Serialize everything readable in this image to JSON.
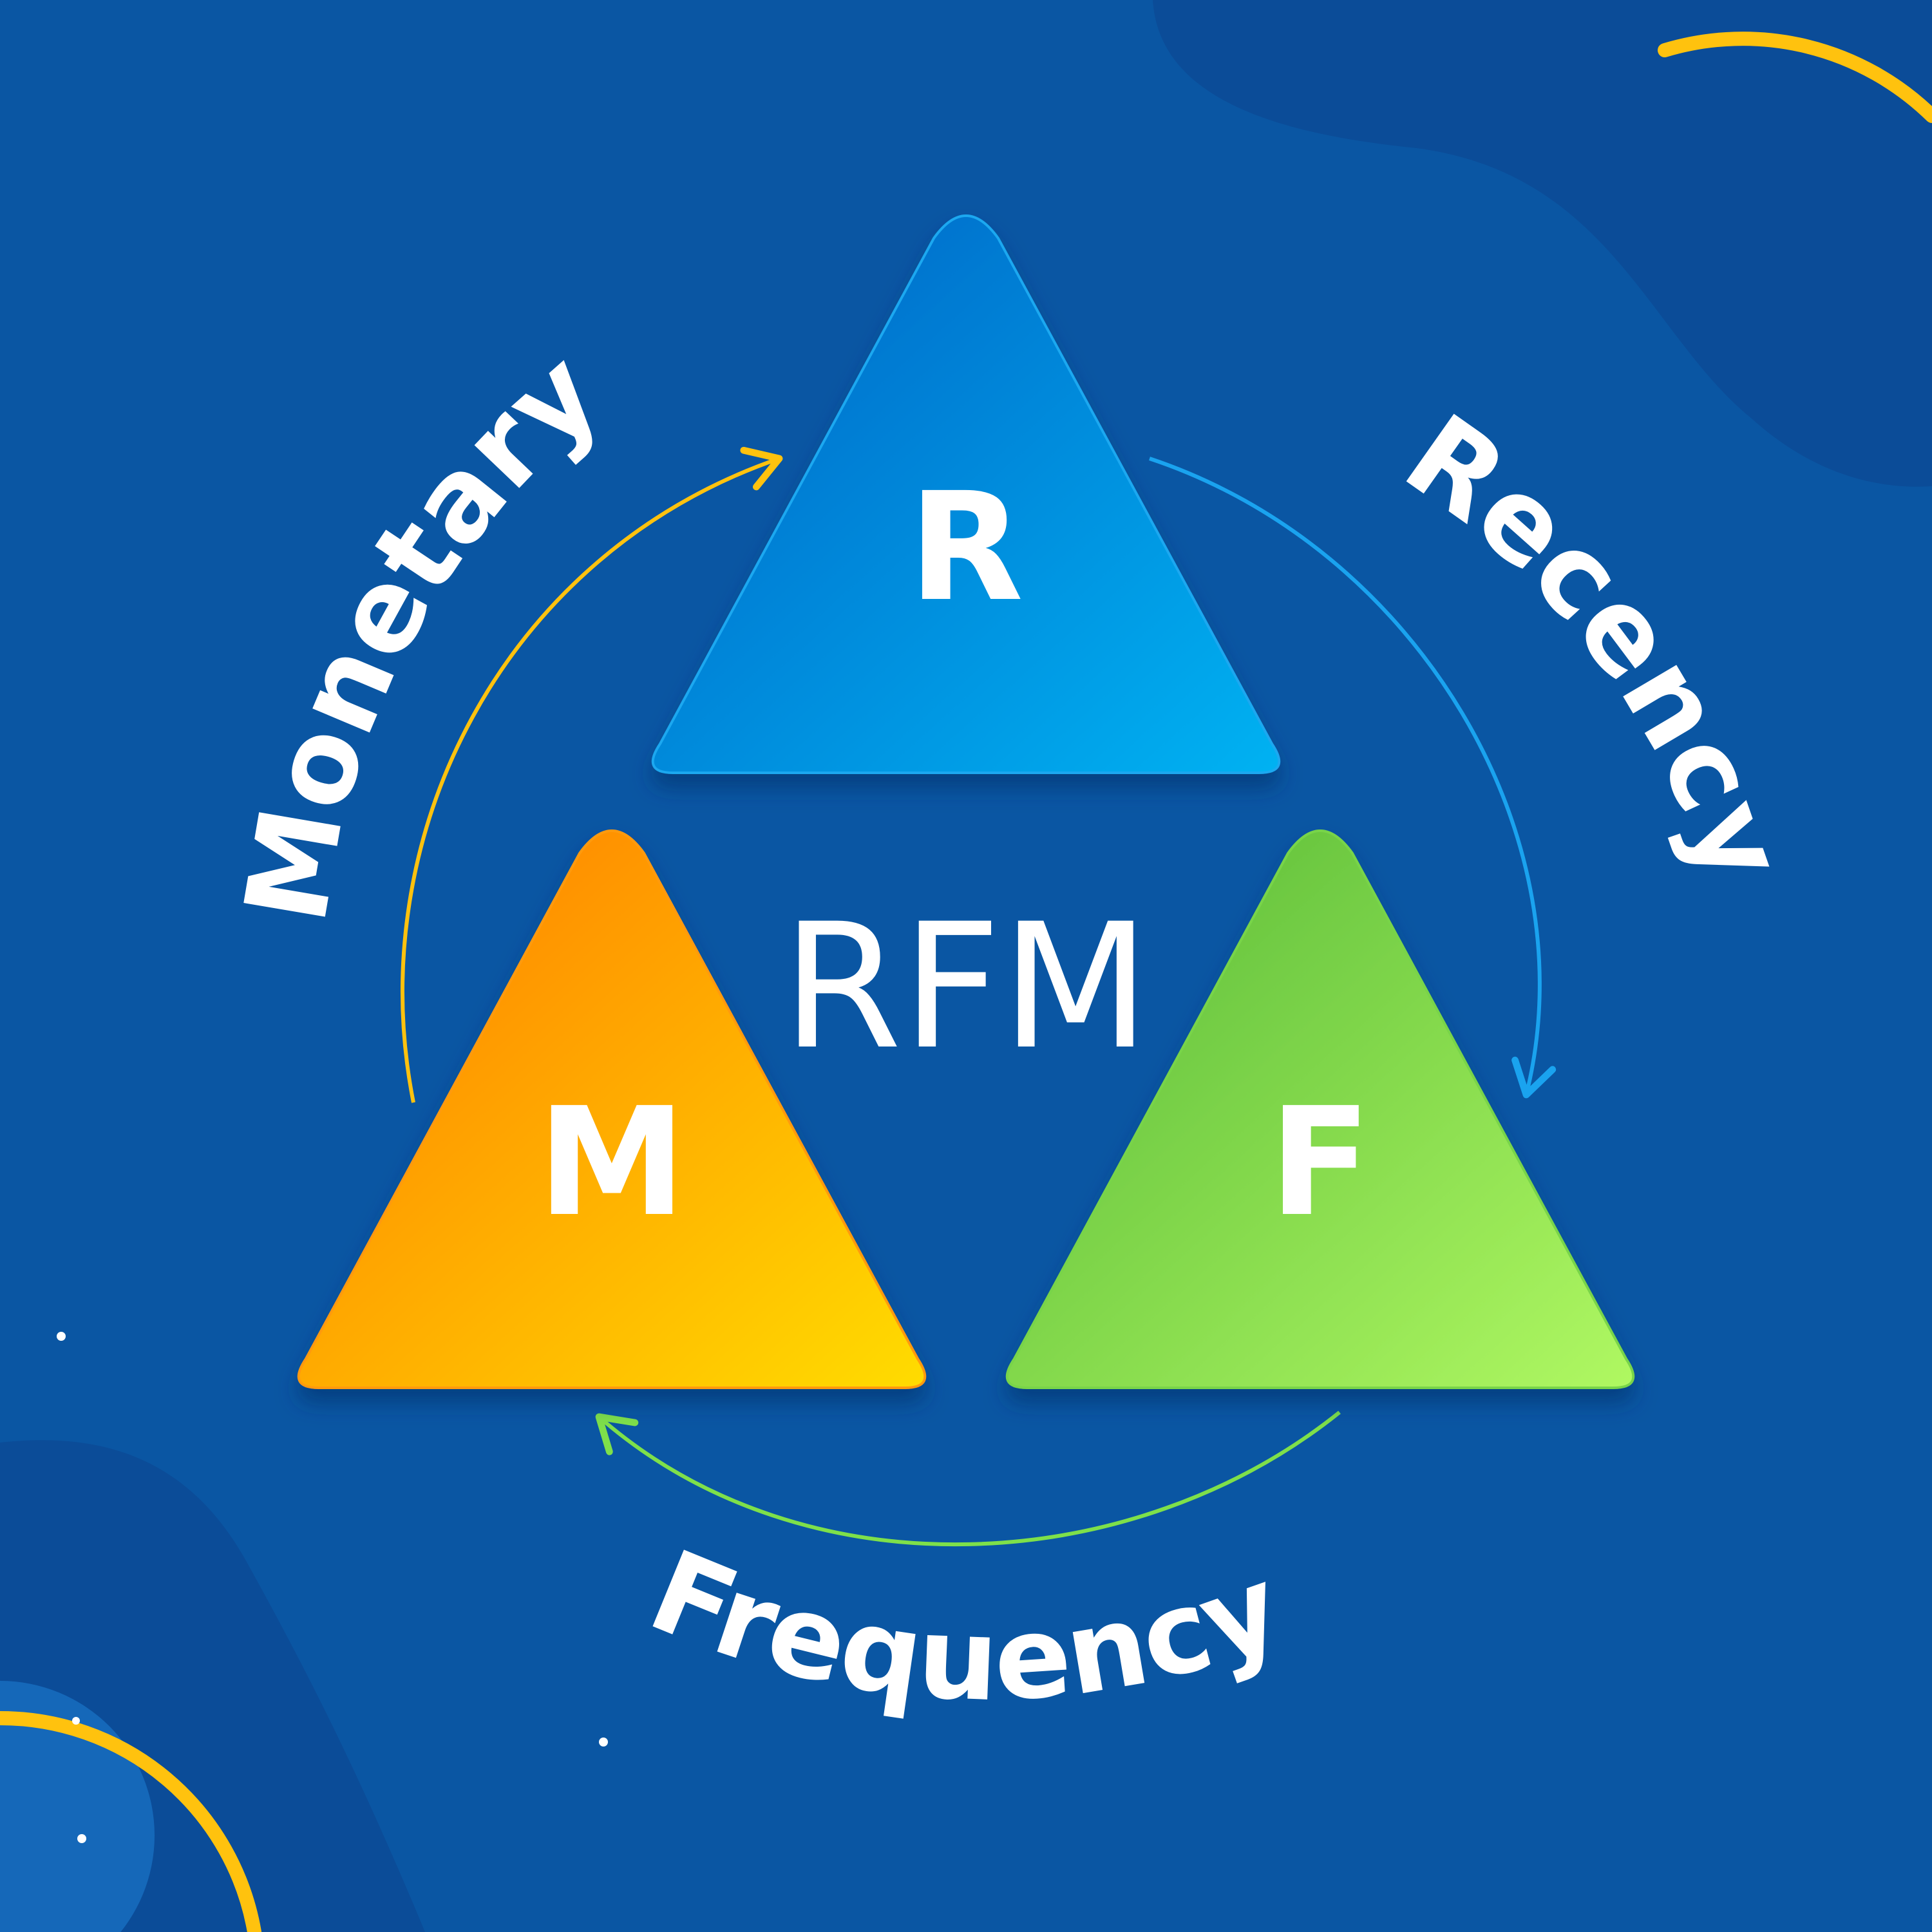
{
  "center": {
    "title": "RFM"
  },
  "triangles": {
    "recency": {
      "letter": "R",
      "color_top": "#0066c8",
      "color_bottom": "#00b0f0"
    },
    "frequency": {
      "letter": "F",
      "color_top": "#5fbf3a",
      "color_bottom": "#aaf55e"
    },
    "monetary": {
      "letter": "M",
      "color_top": "#ff8a00",
      "color_bottom": "#ffd600"
    }
  },
  "labels": {
    "recency": "Recency",
    "frequency": "Frequency",
    "monetary": "Monetary"
  },
  "colors": {
    "background": "#0a56a3",
    "background_wave": "#0b4c98",
    "accent_ring": "#ffc20e",
    "arrow_recency": "#1aa3ef",
    "arrow_frequency": "#7ee04a",
    "arrow_monetary": "#ffc20e",
    "text": "#ffffff"
  }
}
